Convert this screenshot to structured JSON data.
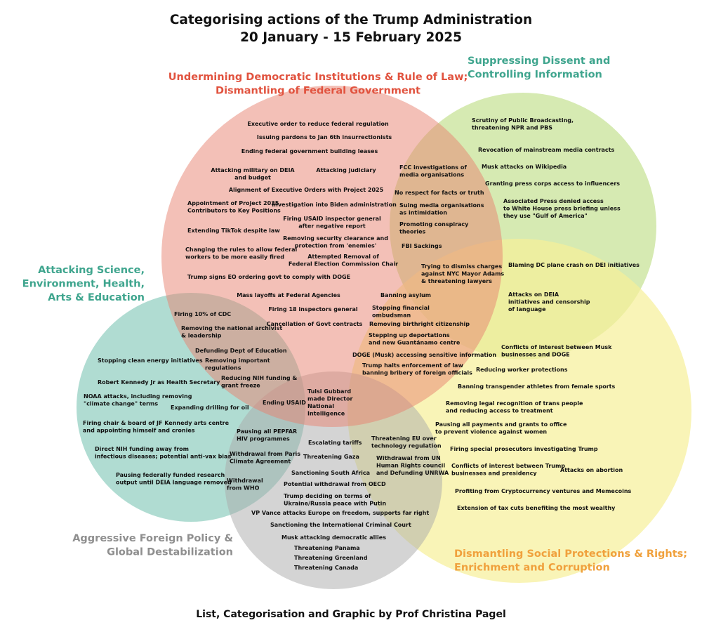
{
  "title_line1": "Categorising actions of the Trump Administration",
  "title_line2": "20 January - 15 February 2025",
  "credit": "List, Categorisation and Graphic by Prof Christina Pagel",
  "colors": {
    "democratic": "#e8826f",
    "dissent": "#cfe6a4",
    "science": "#7fc7b6",
    "foreign": "#a9a9a9",
    "social": "#f7f098",
    "label_red": "#e1533f",
    "label_teal": "#3fa58e",
    "label_gray": "#8f8f8f",
    "label_orange": "#f0a13d"
  },
  "categories": [
    {
      "id": "democratic",
      "lines": [
        "Undermining Democratic Institutions & Rule of Law;",
        "Dismantling of Federal Government"
      ]
    },
    {
      "id": "dissent",
      "lines": [
        "Suppressing Dissent and",
        "Controlling Information"
      ]
    },
    {
      "id": "science",
      "lines": [
        "Attacking Science,",
        "Environment, Health,",
        "Arts & Education"
      ]
    },
    {
      "id": "foreign",
      "lines": [
        "Aggressive Foreign Policy &",
        "Global Destabilization"
      ]
    },
    {
      "id": "social",
      "lines": [
        "Dismantling Social Protections & Rights;",
        "Enrichment and Corruption"
      ]
    }
  ],
  "items": [
    {
      "lines": [
        "Executive order to reduce federal regulation"
      ]
    },
    {
      "lines": [
        "Issuing pardons to Jan 6th insurrectionists"
      ]
    },
    {
      "lines": [
        "Ending federal government building leases"
      ]
    },
    {
      "lines": [
        "Attacking military on DEIA",
        "and budget"
      ]
    },
    {
      "lines": [
        "Attacking judiciary"
      ]
    },
    {
      "lines": [
        "Alignment of Executive Orders with Project 2025"
      ]
    },
    {
      "lines": [
        "Appointment of Project 2025",
        "Contributors to Key Positions"
      ]
    },
    {
      "lines": [
        "Investigation into Biden administration"
      ]
    },
    {
      "lines": [
        "Firing USAID inspector general",
        "after negative report"
      ]
    },
    {
      "lines": [
        "Extending TikTok despite law"
      ]
    },
    {
      "lines": [
        "Removing security clearance and",
        "protection from 'enemies'"
      ]
    },
    {
      "lines": [
        "Changing the rules to allow federal",
        "workers to be more easily fired"
      ]
    },
    {
      "lines": [
        "Attempted Removal of",
        "Federal Election Commission Chair"
      ]
    },
    {
      "lines": [
        "Trump signs EO ordering govt to comply with DOGE"
      ]
    },
    {
      "lines": [
        "Mass layoffs at Federal Agencies"
      ]
    },
    {
      "lines": [
        "Firing 18 inspectors general"
      ]
    },
    {
      "lines": [
        "Cancellation of Govt contracts"
      ]
    },
    {
      "lines": [
        "FCC investigations of",
        "media organisations"
      ]
    },
    {
      "lines": [
        "No respect for facts or truth"
      ]
    },
    {
      "lines": [
        "Suing media organisations",
        "as intimidation"
      ]
    },
    {
      "lines": [
        "Promoting conspiracy",
        "theories"
      ]
    },
    {
      "lines": [
        "FBI Sackings"
      ]
    },
    {
      "lines": [
        "Scrutiny of Public Broadcasting,",
        "threatening NPR and PBS"
      ]
    },
    {
      "lines": [
        "Revocation of mainstream media contracts"
      ]
    },
    {
      "lines": [
        "Musk attacks on Wikipedia"
      ]
    },
    {
      "lines": [
        "Granting press corps access to influencers"
      ]
    },
    {
      "lines": [
        "Associated Press denied access",
        "to White House press briefing unless",
        "they use \"Gulf of America\""
      ]
    },
    {
      "lines": [
        "Trying to dismiss charges",
        "against NYC Mayor Adams",
        "& threatening lawyers"
      ]
    },
    {
      "lines": [
        "Blaming DC plane crash on DEI initiatives"
      ]
    },
    {
      "lines": [
        "Attacks on DEIA",
        "initiatives and censorship",
        "of language"
      ]
    },
    {
      "lines": [
        "Banning asylum"
      ]
    },
    {
      "lines": [
        "Stopping financial",
        "ombudsman"
      ]
    },
    {
      "lines": [
        "Removing birthright citizenship"
      ]
    },
    {
      "lines": [
        "Stepping up deportations",
        "and new Guantánamo centre"
      ]
    },
    {
      "lines": [
        "DOGE (Musk) accessing sensitive information"
      ]
    },
    {
      "lines": [
        "Trump halts enforcement of law",
        "banning bribery of foreign officials"
      ]
    },
    {
      "lines": [
        "Conflicts of interest between Musk",
        "businesses and DOGE"
      ]
    },
    {
      "lines": [
        "Reducing worker protections"
      ]
    },
    {
      "lines": [
        "Banning transgender athletes from female sports"
      ]
    },
    {
      "lines": [
        "Removing legal recognition of trans people",
        "and reducing access to treatment"
      ]
    },
    {
      "lines": [
        "Pausing all payments and grants to office",
        "to prevent violence against women"
      ]
    },
    {
      "lines": [
        "Firing special prosecutors investigating Trump"
      ]
    },
    {
      "lines": [
        "Conflicts of interest between Trump",
        "businesses and presidency"
      ]
    },
    {
      "lines": [
        "Attacks on abortion"
      ]
    },
    {
      "lines": [
        "Profiting from Cryptocurrency ventures and Memecoins"
      ]
    },
    {
      "lines": [
        "Extension of tax cuts benefiting the most wealthy"
      ]
    },
    {
      "lines": [
        "Firing 10% of CDC"
      ]
    },
    {
      "lines": [
        "Removing  the national archivist",
        "& leadership"
      ]
    },
    {
      "lines": [
        "Defunding Dept of Education"
      ]
    },
    {
      "lines": [
        "Removing important",
        "regulations"
      ]
    },
    {
      "lines": [
        "Reducing NIH funding &",
        "grant freeze"
      ]
    },
    {
      "lines": [
        "Stopping clean energy initiatives"
      ]
    },
    {
      "lines": [
        "Robert Kennedy Jr as Health Secretary"
      ]
    },
    {
      "lines": [
        "NOAA attacks, including removing",
        "\"climate change\" terms"
      ]
    },
    {
      "lines": [
        "Expanding drilling for oil"
      ]
    },
    {
      "lines": [
        "Firing chair & board of JF Kennedy arts centre",
        "and appointing himself and cronies"
      ]
    },
    {
      "lines": [
        "Direct NIH funding away from",
        "infectious diseases; potential anti-vax bias"
      ]
    },
    {
      "lines": [
        "Pausing federally funded research",
        "output until DEIA language removed"
      ]
    },
    {
      "lines": [
        "Ending USAID"
      ]
    },
    {
      "lines": [
        "Tulsi Gubbard",
        "made Director",
        "National",
        "Intelligence"
      ]
    },
    {
      "lines": [
        "Pausing all PEPFAR",
        "HIV programmes"
      ]
    },
    {
      "lines": [
        "Withdrawal from Paris",
        "Climate Agreement"
      ]
    },
    {
      "lines": [
        "Withdrawal",
        "from WHO"
      ]
    },
    {
      "lines": [
        "Escalating tariffs"
      ]
    },
    {
      "lines": [
        "Threatening Gaza"
      ]
    },
    {
      "lines": [
        "Sanctioning South Africa"
      ]
    },
    {
      "lines": [
        "Potential withdrawal from OECD"
      ]
    },
    {
      "lines": [
        "Trump deciding on terms of",
        "Ukraine/Russia peace with Putin"
      ]
    },
    {
      "lines": [
        "VP Vance attacks Europe on freedom, supports far right"
      ]
    },
    {
      "lines": [
        "Sanctioning the International Criminal Court"
      ]
    },
    {
      "lines": [
        "Musk attacking democratic allies"
      ]
    },
    {
      "lines": [
        "Threatening Panama"
      ]
    },
    {
      "lines": [
        "Threatening Greenland"
      ]
    },
    {
      "lines": [
        "Threatening Canada"
      ]
    },
    {
      "lines": [
        "Threatening EU over",
        "technology regulation"
      ]
    },
    {
      "lines": [
        "Withdrawal from UN",
        "Human Rights council",
        "and Defunding UNRWA"
      ]
    }
  ]
}
